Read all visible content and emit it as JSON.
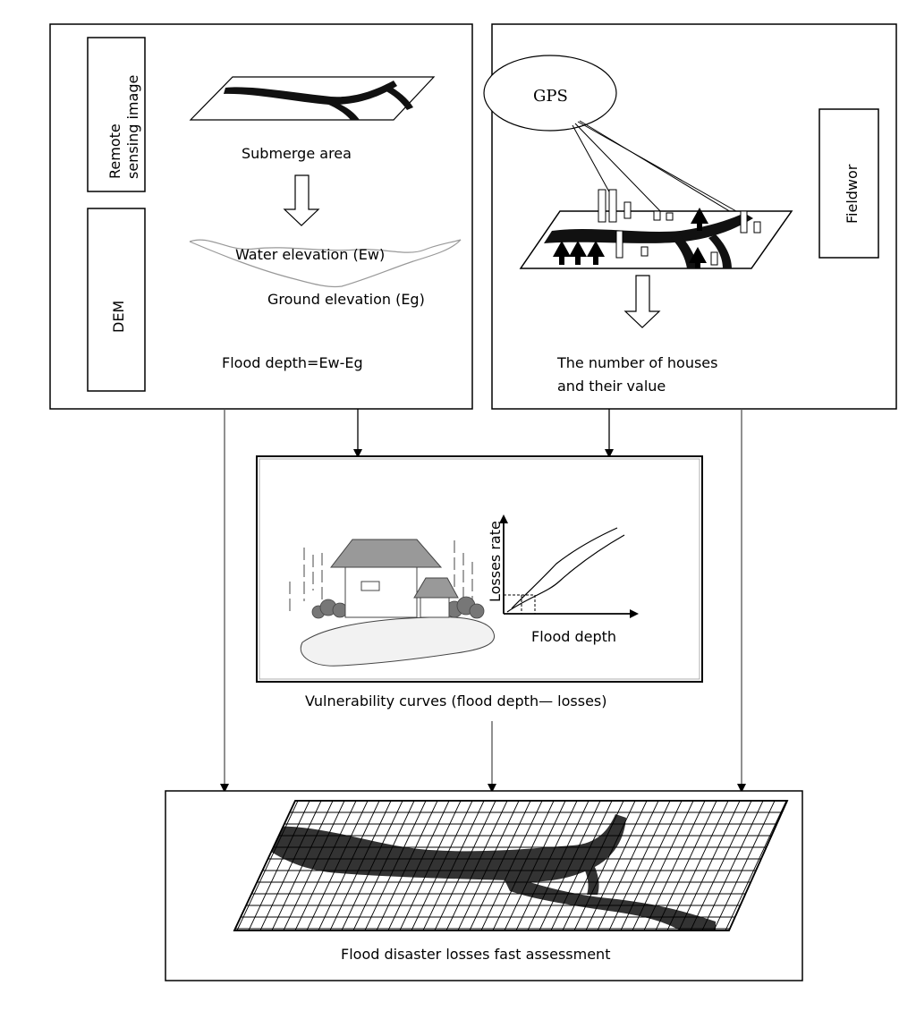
{
  "left_panel": {
    "remote_sensing_label": [
      "Remote",
      "sensing image"
    ],
    "dem_label": "DEM",
    "submerge_area": "Submerge area",
    "water_elevation": "Water elevation (Ew)",
    "ground_elevation": "Ground elevation (Eg)",
    "flood_depth_formula": "Flood depth=Ew-Eg"
  },
  "right_panel": {
    "gps_label": "GPS",
    "fieldwork_label": "Fieldwor",
    "houses_caption_line1": "The number of houses",
    "houses_caption_line2": "and their value"
  },
  "middle_panel": {
    "axis_y_label": "Losses rate",
    "axis_x_label": "Flood depth",
    "caption": "Vulnerability curves (flood depth— losses)"
  },
  "bottom_panel": {
    "caption": "Flood disaster losses fast assessment"
  }
}
